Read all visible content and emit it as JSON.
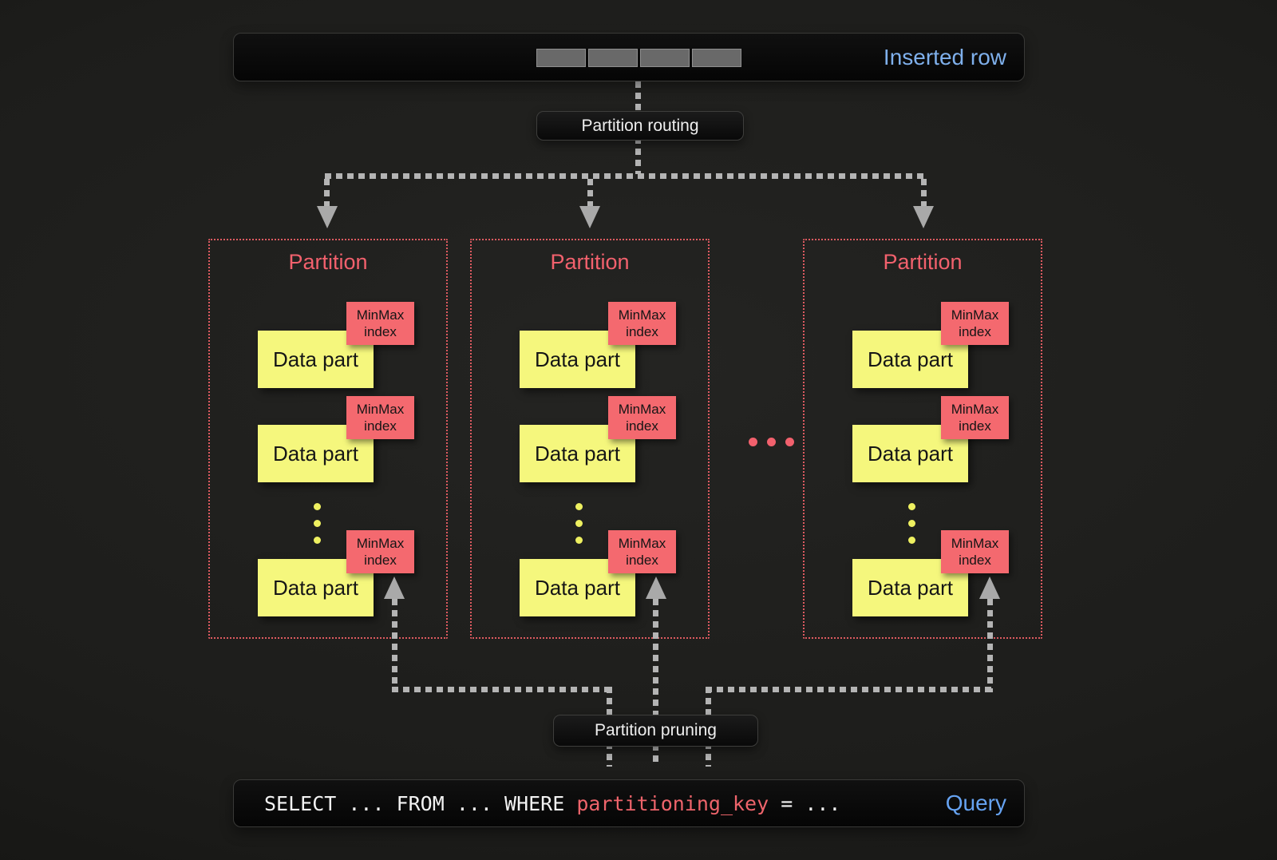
{
  "inserted_row_bar": {
    "label": "Inserted row",
    "cells": [
      "",
      "",
      "",
      ""
    ]
  },
  "routing": {
    "label": "Partition routing"
  },
  "pruning": {
    "label": "Partition pruning"
  },
  "partitions": [
    {
      "title": "Partition"
    },
    {
      "title": "Partition"
    },
    {
      "title": "Partition"
    }
  ],
  "labels": {
    "data_part": "Data part",
    "minmax_line1": "MinMax",
    "minmax_line2": "index"
  },
  "query_bar": {
    "code_prefix": "SELECT ... FROM ... WHERE ",
    "code_key": "partitioning_key",
    "code_suffix": " = ...",
    "label": "Query"
  },
  "colors": {
    "background": "#1d1d1b",
    "bar_background": "#0a0a0a",
    "accent_red": "#f2616d",
    "tag_red": "#f4696f",
    "data_part_yellow": "#f5f77d",
    "inserted_row_blue": "#7fb0ec",
    "query_blue": "#66a3f2",
    "code_key_red": "#ee646b",
    "connector_gray": "#b4b4b4"
  }
}
